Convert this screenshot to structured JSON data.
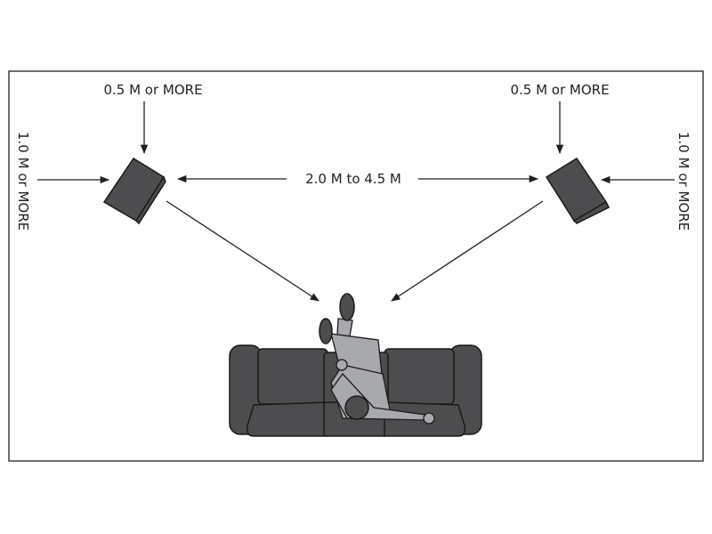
{
  "diagram": {
    "top_left_label": "0.5 M or MORE",
    "top_right_label": "0.5 M or MORE",
    "left_label": "1.0 M or MORE",
    "right_label": "1.0 M or MORE",
    "center_label": "2.0 M to 4.5 M",
    "colors": {
      "speaker": "#4d4d4f",
      "sofa": "#4d4d4f",
      "person": "#a7a9ac",
      "line": "#231f20"
    }
  }
}
